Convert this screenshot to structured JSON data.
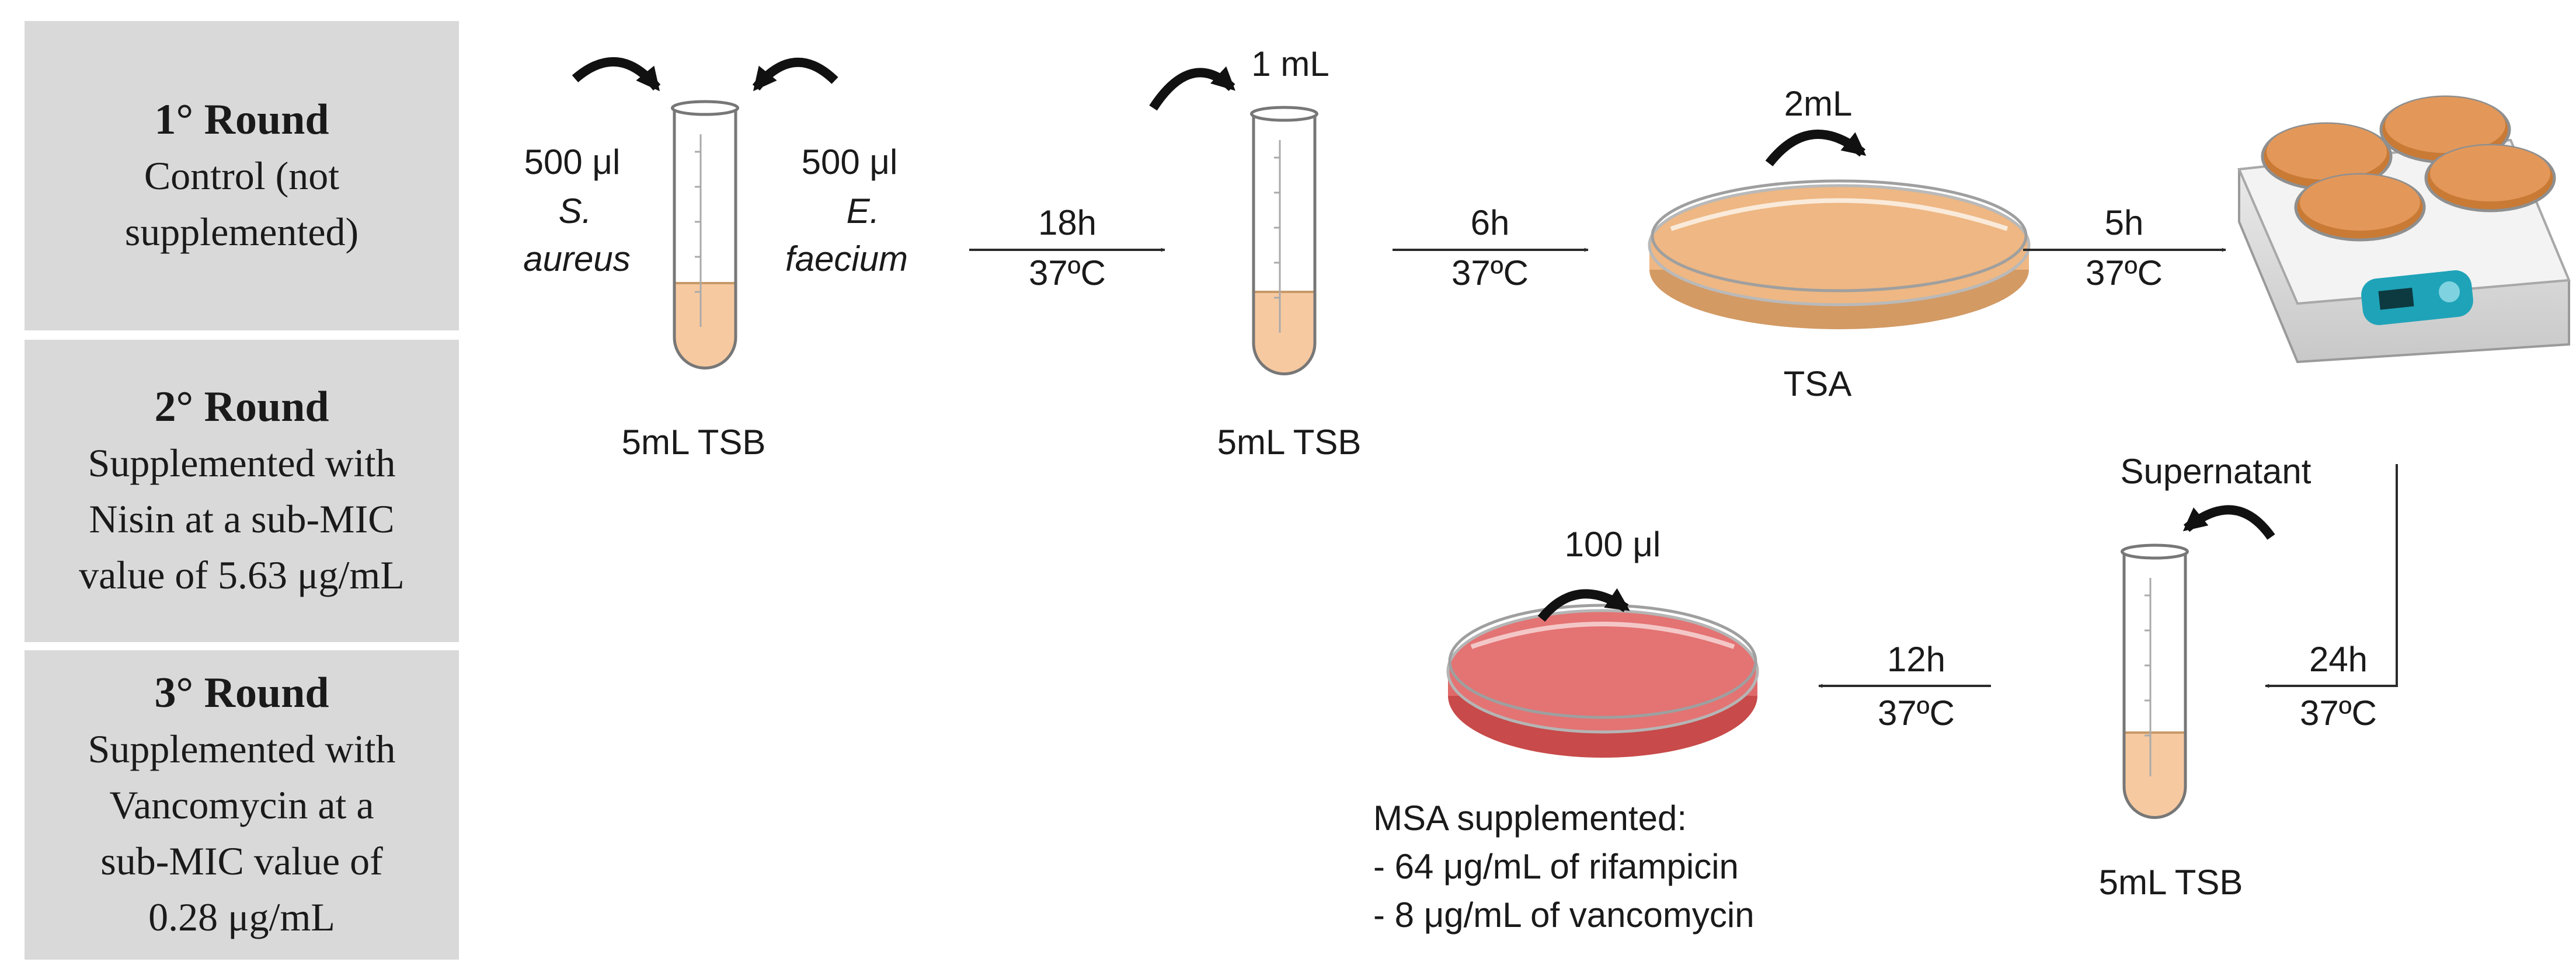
{
  "rounds": [
    {
      "title": "1° Round",
      "lines": [
        "Control (not",
        "supplemented)"
      ]
    },
    {
      "title": "2° Round",
      "lines": [
        "Supplemented with",
        "Nisin at a sub-MIC",
        "value of 5.63 μg/mL"
      ]
    },
    {
      "title": "3° Round",
      "lines": [
        "Supplemented with",
        "Vancomycin at a",
        "sub-MIC value of",
        "0.28 μg/mL"
      ]
    }
  ],
  "tube1": {
    "left_volume": "500 μl",
    "left_species_line1": "S.",
    "left_species_line2": "aureus",
    "right_volume": "500 μl",
    "right_species_line1": "E.",
    "right_species_line2": "faecium",
    "caption": "5mL TSB"
  },
  "step1": {
    "time": "18h",
    "temp": "37ºC"
  },
  "tube2": {
    "volume": "1 mL",
    "caption": "5mL TSB"
  },
  "step2": {
    "time": "6h",
    "temp": "37ºC"
  },
  "plate1": {
    "volume": "2mL",
    "caption": "TSA"
  },
  "step3": {
    "time": "5h",
    "temp": "37ºC"
  },
  "step4": {
    "time": "24h",
    "temp": "37ºC"
  },
  "tube3": {
    "label": "Supernatant",
    "caption": "5mL TSB"
  },
  "step5": {
    "time": "12h",
    "temp": "37ºC"
  },
  "plate2": {
    "volume": "100 μl",
    "caption_title": "MSA supplemented:",
    "items": [
      "-   64 μg/mL of rifampicin",
      "-   8 μg/mL of vancomycin"
    ]
  },
  "colors": {
    "box": "#d9d9d9",
    "tsb": "#f7c9a0",
    "tsa": "#eeb783",
    "msa": "#e06a6a",
    "shaker": "#e4e4e4",
    "display": "#1fa3b8"
  }
}
